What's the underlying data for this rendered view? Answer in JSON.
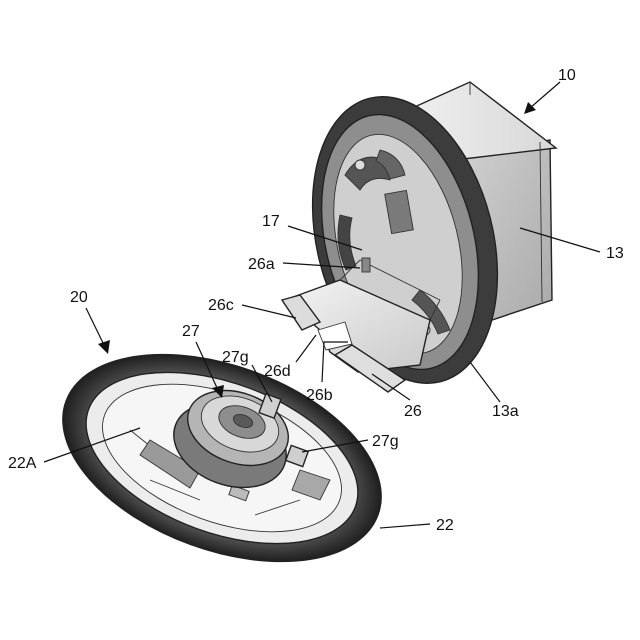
{
  "labels": {
    "l10": "10",
    "l13": "13",
    "l13a": "13a",
    "l17": "17",
    "l20": "20",
    "l22": "22",
    "l22A": "22A",
    "l26": "26",
    "l26a": "26a",
    "l26b": "26b",
    "l26c": "26c",
    "l26d": "26d",
    "l27": "27",
    "l27g_top": "27g",
    "l27g_right": "27g"
  },
  "colors": {
    "line": "#222222",
    "box_face": "#bdbdbd",
    "box_side": "#a8a8a8",
    "box_top": "#e2e2e2",
    "flange": "#3a3a3a",
    "tire_dark": "#2e2e2e",
    "disc_light": "#e8e8e8"
  }
}
